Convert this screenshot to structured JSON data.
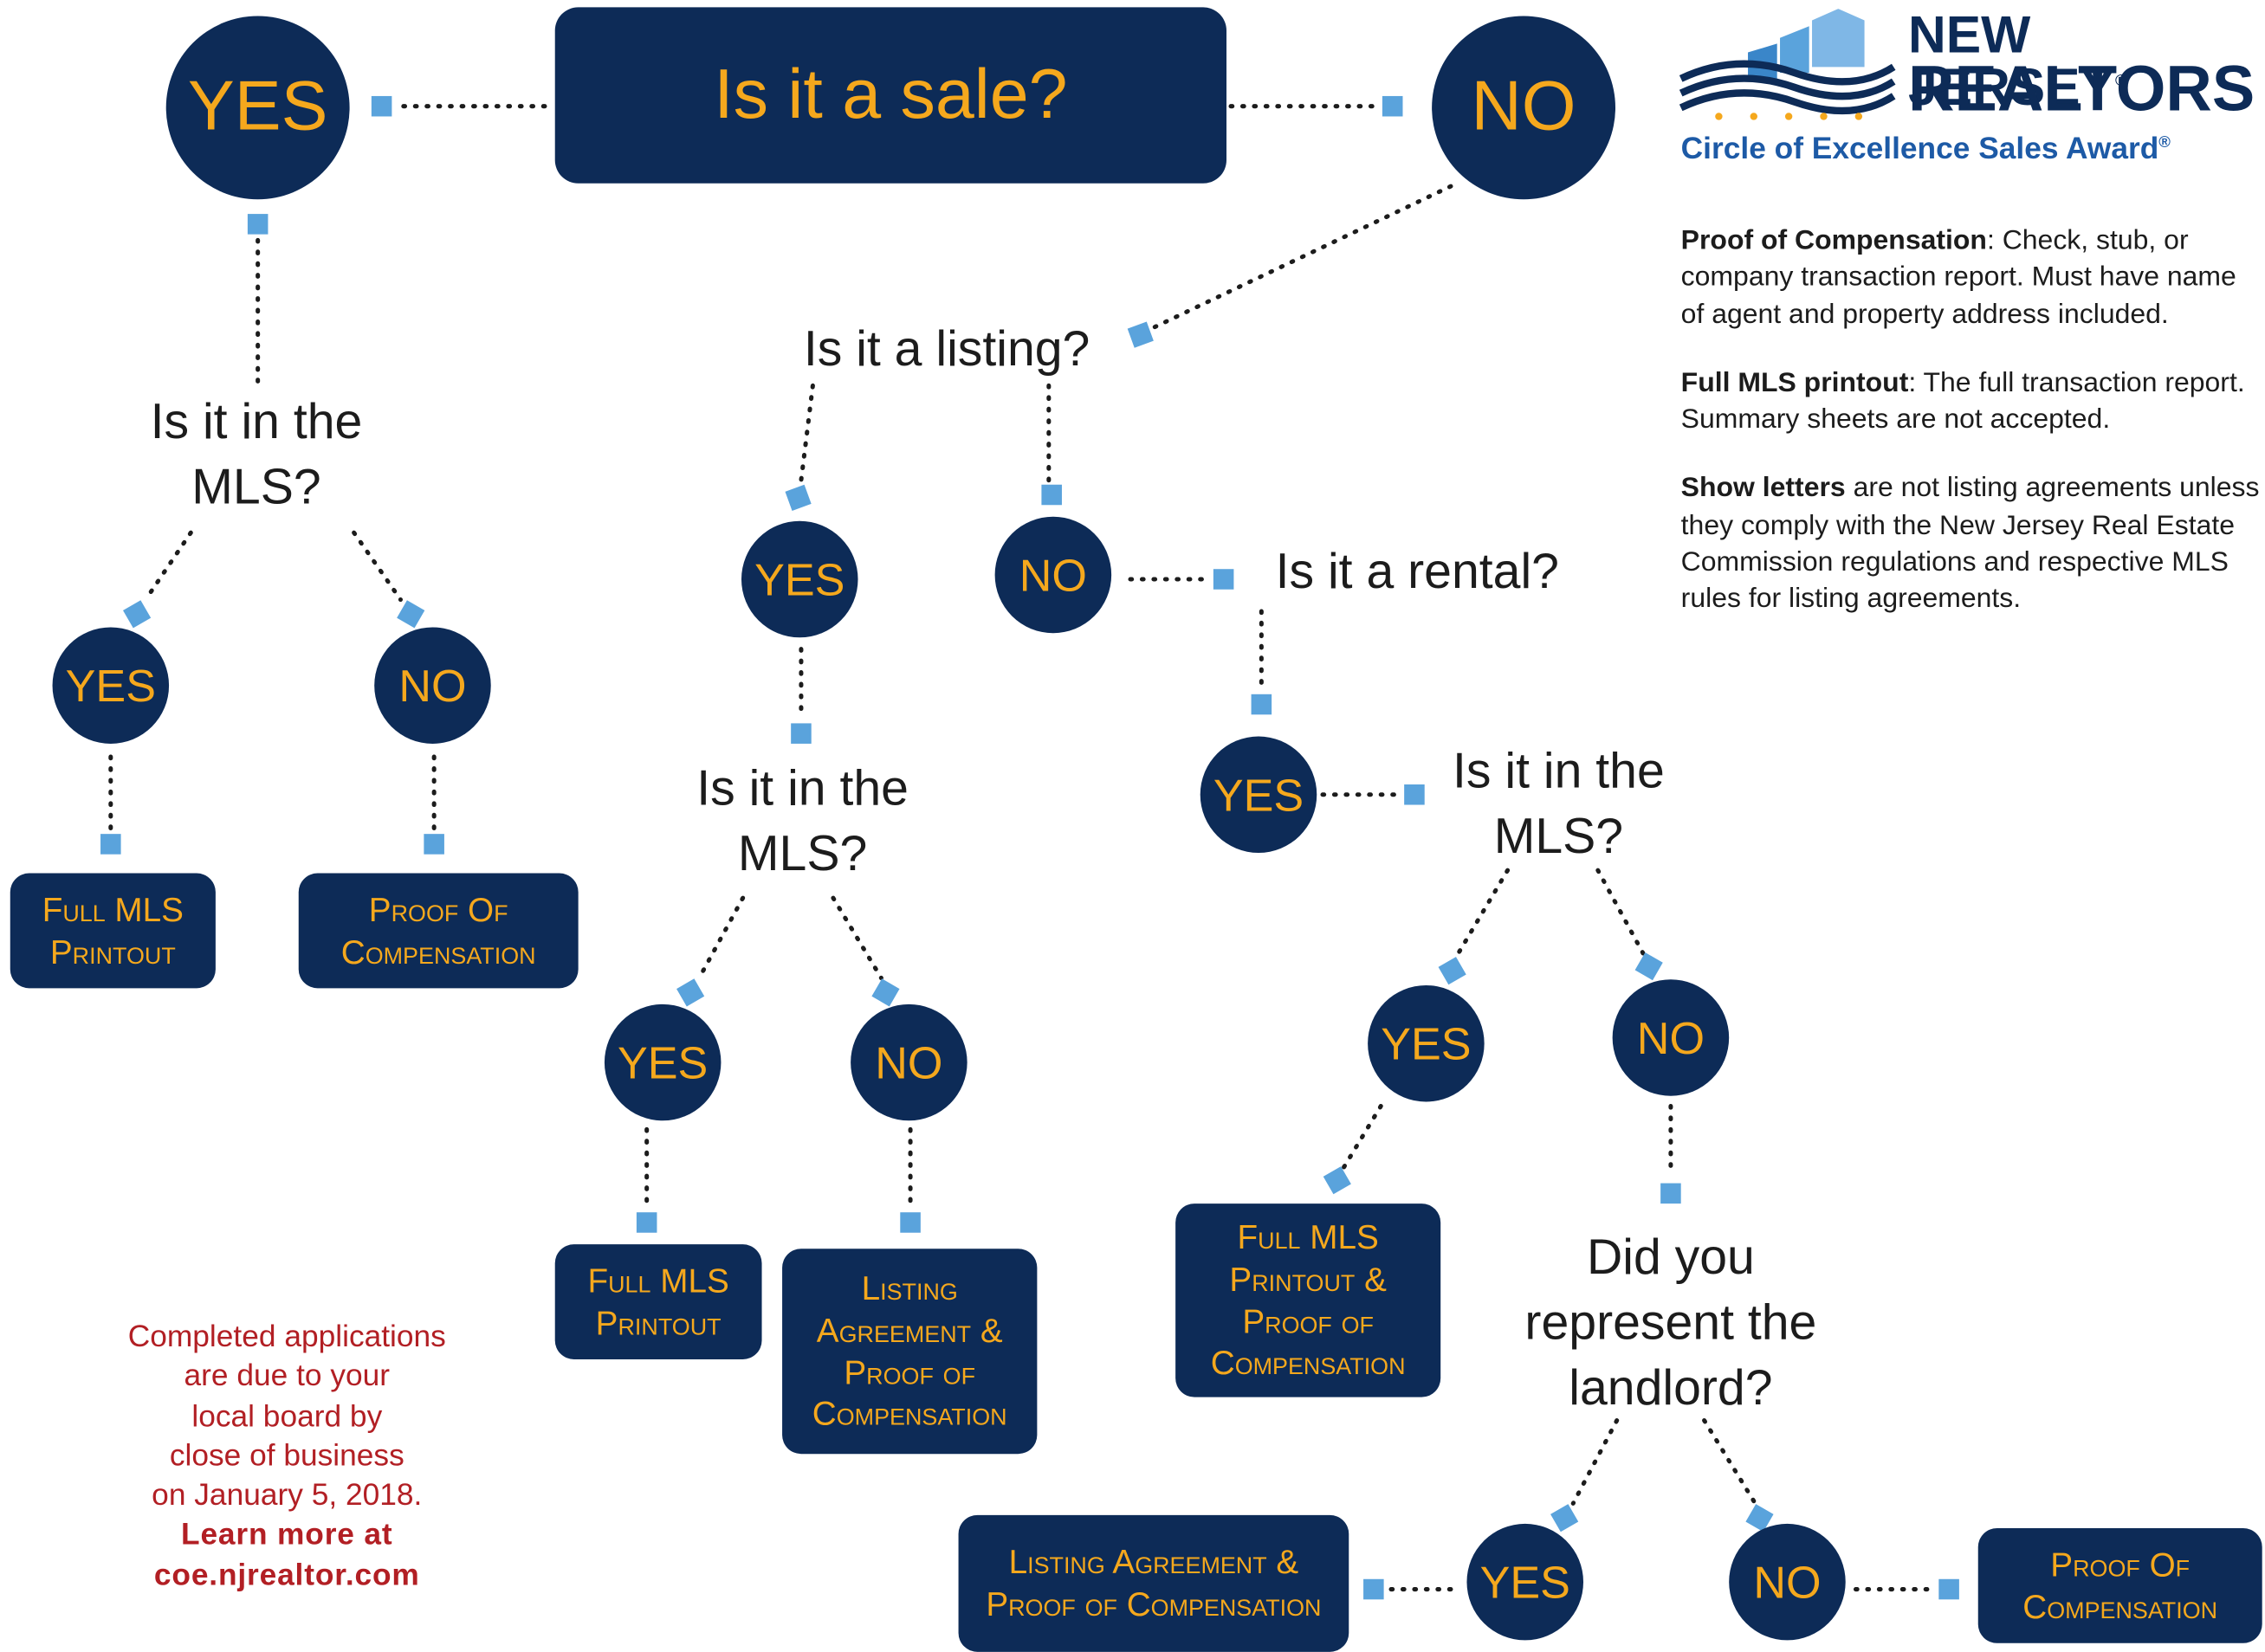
{
  "logo": {
    "line1": "NEW JERSEY",
    "line2": "REALTORS",
    "award": "Circle of Excellence Sales Award",
    "reg": "®"
  },
  "root": {
    "question": "Is it a sale?",
    "yes": "Yes",
    "no": "No"
  },
  "sale_branch": {
    "question": "Is it in the MLS?",
    "yes": "Yes",
    "no": "No",
    "yes_result": "Full MLS Printout",
    "no_result": "Proof Of Compensation"
  },
  "listing_branch": {
    "question": "Is it a listing?",
    "yes": "Yes",
    "no": "No",
    "mls_question": "Is it in the MLS?",
    "mls_yes": "Yes",
    "mls_no": "No",
    "mls_yes_result": "Full MLS Printout",
    "mls_no_result": "Listing Agreement & Proof of Compensation"
  },
  "rental_branch": {
    "question": "Is it a rental?",
    "yes": "Yes",
    "mls_question": "Is it in the MLS?",
    "mls_yes": "Yes",
    "mls_no": "No",
    "mls_yes_result": "Full MLS Printout & Proof of Compensation",
    "landlord_question": "Did you represent the landlord?",
    "landlord_yes": "Yes",
    "landlord_no": "No",
    "landlord_yes_result": "Listing Agreement & Proof of Compensation",
    "landlord_no_result": "Proof Of Compensation"
  },
  "notes": [
    {
      "term": "Proof of Compensation",
      "text": ": Check, stub, or company transaction report. Must have name of agent and property address included."
    },
    {
      "term": "Full MLS printout",
      "text": ": The full transaction report. Summary sheets are not accepted."
    },
    {
      "term": "Show letters",
      "text": " are not listing agreements unless they comply with the New Jersey Real Estate Commission regulations and respective MLS rules for listing agreements."
    }
  ],
  "deadline": {
    "line1": "Completed applications",
    "line2": "are due to your",
    "line3": "local board by",
    "line4": "close of business",
    "line5": "on January 5, 2018.",
    "link1": "Learn more at",
    "link2": "coe.njrealtor.com"
  },
  "colors": {
    "navy": "#0d2b57",
    "gold": "#f5a81d",
    "connector": "#5aa3dc",
    "deadline": "#b21f24"
  }
}
